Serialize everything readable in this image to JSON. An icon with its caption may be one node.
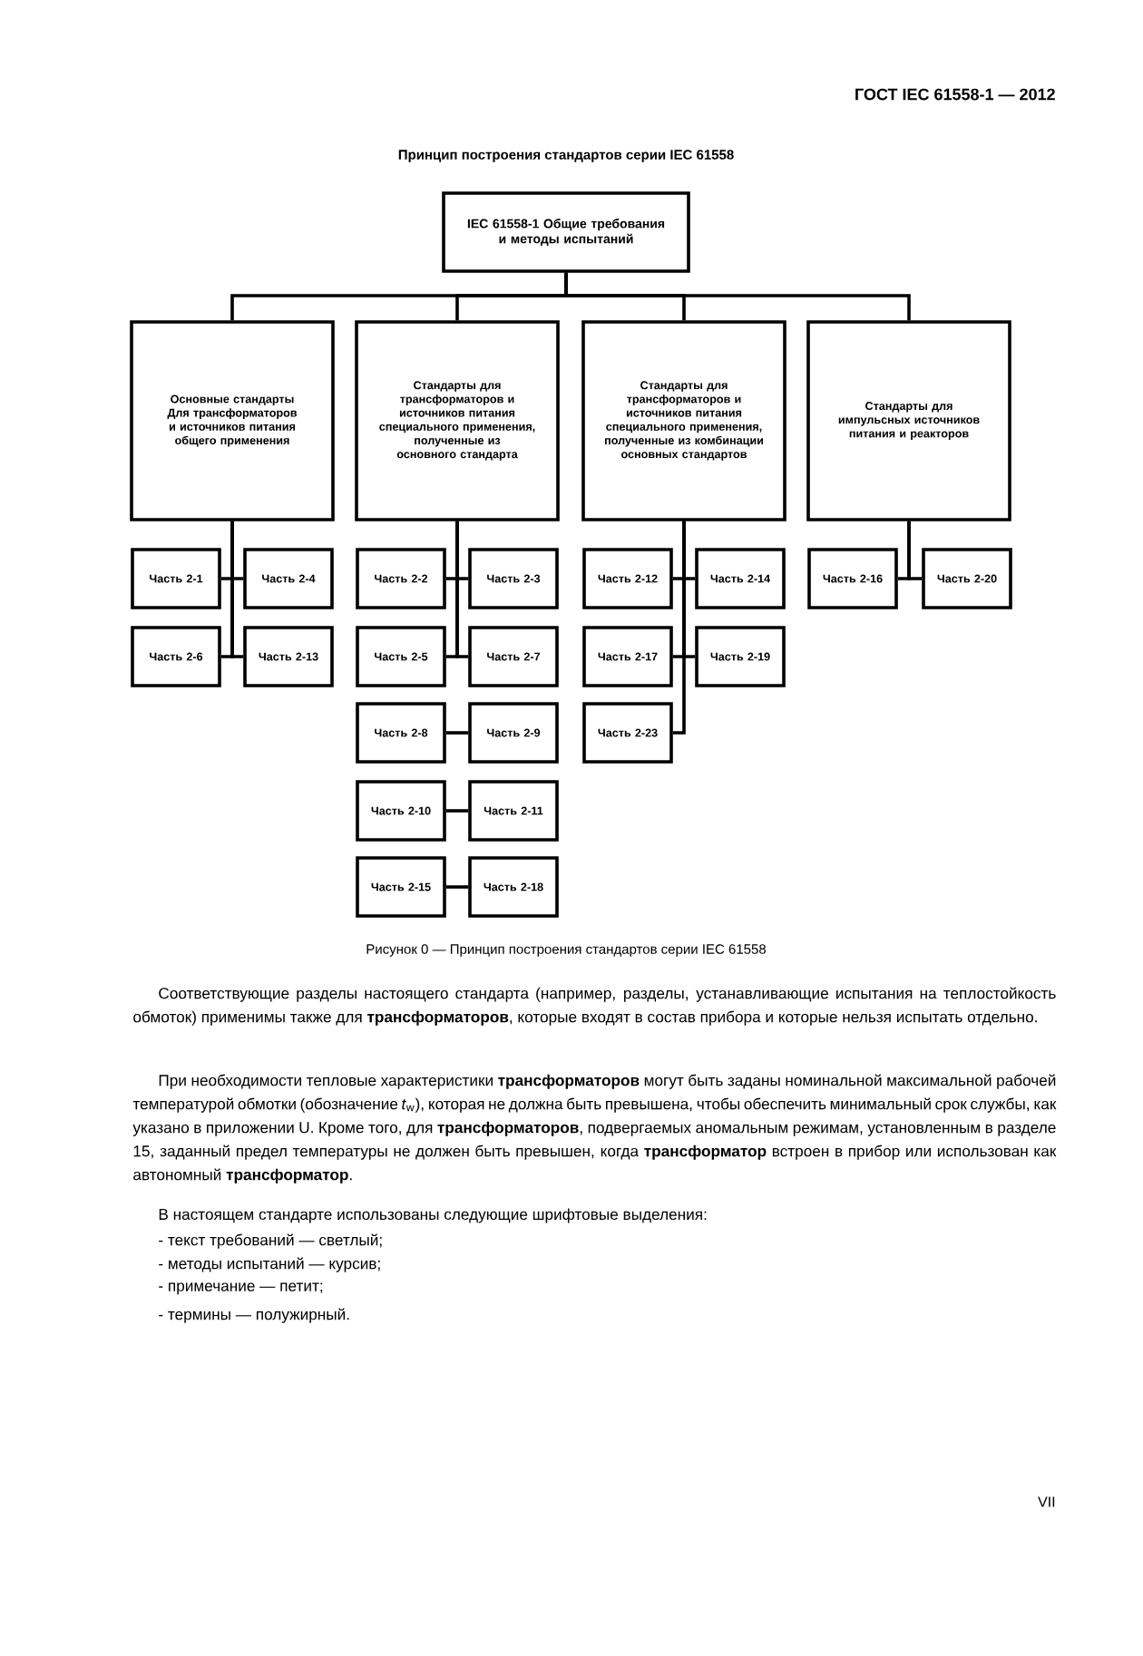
{
  "diagram": {
    "title": "Принцип построения стандартов серии IEC 61558",
    "caption": "Рисунок 0 — Принцип построения стандартов серии IEC 61558",
    "nodes": [
      {
        "text": [
          "IEC 61558-1 Общие требования и методы испытаний"
        ]
      },
      {
        "text": [
          "Основные стандарты Для трансформаторов и источников питания общего применения"
        ]
      },
      {
        "text": [
          "Стандарты для трансформаторов и источников питания специального применения, полученные из основного стандарта"
        ]
      },
      {
        "text": [
          "Стандарты для трансформаторов и источников питания специального применения, полученные из комбинации основных стандартов"
        ]
      },
      {
        "text": [
          "Стандарты для импульсных источников питания и реакторов"
        ]
      },
      {
        "text": [
          "Часть 2-1"
        ]
      },
      {
        "text": [
          "Часть 2-4"
        ]
      },
      {
        "text": [
          "Часть 2-6"
        ]
      },
      {
        "text": [
          "Часть 2-13"
        ]
      },
      {
        "text": [
          "Часть 2-2"
        ]
      },
      {
        "text": [
          "Часть 2-3"
        ]
      },
      {
        "text": [
          "Часть 2-5"
        ]
      },
      {
        "text": [
          "Часть 2-7"
        ]
      },
      {
        "text": [
          "Часть 2-8"
        ]
      },
      {
        "text": [
          "Часть 2-9"
        ]
      },
      {
        "text": [
          "Часть 2-10"
        ]
      },
      {
        "text": [
          "Часть 2-11"
        ]
      },
      {
        "text": [
          "Часть 2-15"
        ]
      },
      {
        "text": [
          "Часть 2-18"
        ]
      },
      {
        "text": [
          "Часть 2-12"
        ]
      },
      {
        "text": [
          "Часть 2-14"
        ]
      },
      {
        "text": [
          "Часть 2-17"
        ]
      },
      {
        "text": [
          "Часть 2-19"
        ]
      },
      {
        "text": [
          "Часть 2-23"
        ]
      },
      {
        "text": [
          "Часть 2-16"
        ]
      },
      {
        "text": [
          "Часть 2-20"
        ]
      }
    ],
    "edges": [
      {
        "from": 0,
        "to": 1,
        "arrow": "none"
      },
      {
        "from": 0,
        "to": 2,
        "arrow": "none"
      },
      {
        "from": 0,
        "to": 3,
        "arrow": "none"
      },
      {
        "from": 0,
        "to": 4,
        "arrow": "none"
      },
      {
        "from": 1,
        "to": 5,
        "arrow": "none"
      },
      {
        "from": 1,
        "to": 6,
        "arrow": "none"
      },
      {
        "from": 1,
        "to": 7,
        "arrow": "none"
      },
      {
        "from": 1,
        "to": 8,
        "arrow": "none"
      },
      {
        "from": 2,
        "to": 9,
        "arrow": "none"
      },
      {
        "from": 2,
        "to": 10,
        "arrow": "none"
      },
      {
        "from": 2,
        "to": 11,
        "arrow": "none"
      },
      {
        "from": 2,
        "to": 12,
        "arrow": "none"
      },
      {
        "from": 13,
        "to": 14,
        "arrow": "none"
      },
      {
        "from": 15,
        "to": 16,
        "arrow": "none"
      },
      {
        "from": 17,
        "to": 18,
        "arrow": "none"
      },
      {
        "from": 3,
        "to": 19,
        "arrow": "none"
      },
      {
        "from": 3,
        "to": 20,
        "arrow": "none"
      },
      {
        "from": 3,
        "to": 21,
        "arrow": "none"
      },
      {
        "from": 3,
        "to": 22,
        "arrow": "none"
      },
      {
        "from": 3,
        "to": 23,
        "arrow": "none"
      },
      {
        "from": 4,
        "to": 24,
        "arrow": "none"
      },
      {
        "from": 4,
        "to": 25,
        "arrow": "none"
      }
    ],
    "labels": [
      "ГОСТ IEC 61558-1 — 2012",
      "Соответствующие разделы настоящего стандарта (например, разделы, устанавливающие испытания на теплостойкость обмоток) применимы также для **трансформаторов**, которые входят в состав прибора и которые нельзя испытать отдельно.",
      "При необходимости тепловые характеристики **трансформаторов** могут быть заданы номинальной максимальной рабочей температурой обмотки (обозначение *t*$_{w}$), которая не должна быть превышена, чтобы обеспечить минимальный срок службы, как указано в приложении U. Кроме того, для **трансформаторов**, подвергаемых аномальным режимам, установленным в разделе 15, заданный предел температуры не должен быть превышен, когда **трансформатор** встроен в прибор или использован как автономный **трансформатор**.",
      "В настоящем стандарте использованы следующие шрифтовые выделения:",
      "- текст требований — светлый;",
      "- методы испытаний — курсив;",
      "- примечание — петит;",
      "- термины — полужирный.",
      "VII"
    ]
  }
}
